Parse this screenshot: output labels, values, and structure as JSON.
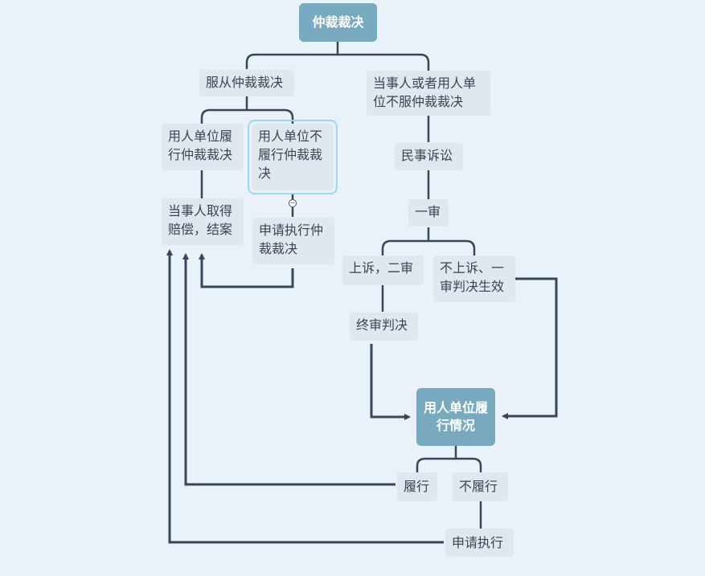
{
  "nodes": {
    "root": "仲裁裁决",
    "obey": "服从仲裁裁决",
    "disobey": "当事人或者用人单位不服仲裁裁决",
    "employer_perform": "用人单位履行仲裁裁决",
    "employer_not_perform": "用人单位不履行仲裁裁决",
    "compensation": "当事人取得赔偿，结案",
    "apply_enforce_arbitration": "申请执行仲裁裁决",
    "civil_lawsuit": "民事诉讼",
    "first_instance": "一审",
    "appeal_second": "上诉，二审",
    "no_appeal": "不上诉、一审判决生效",
    "final_judgment": "终审判决",
    "employer_status": "用人单位履行情况",
    "perform": "履行",
    "not_perform": "不履行",
    "apply_enforce": "申请执行"
  },
  "colors": {
    "background": "#eaf2f9",
    "main_node": "#78a9bf",
    "sub_node": "#dfe7ef",
    "connector": "#38465a",
    "selection": "#9dd6f2"
  }
}
